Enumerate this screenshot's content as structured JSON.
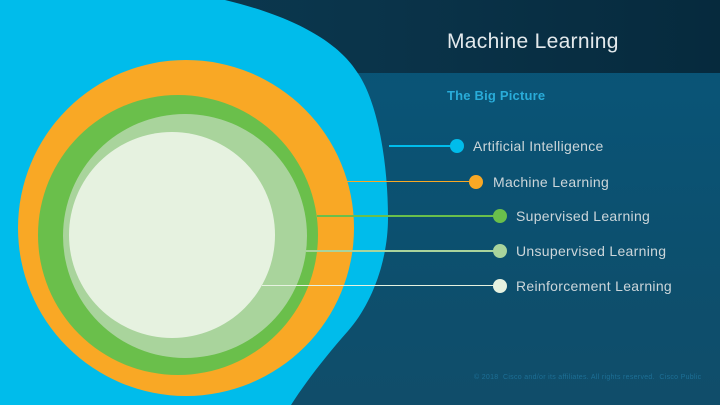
{
  "slide": {
    "title": "Machine Learning",
    "subtitle": "The Big Picture",
    "footer": "© 2018  Cisco and/or its affiliates. All rights reserved.  Cisco Public"
  },
  "colors": {
    "header_bg": "#0a3349",
    "panel_bg": "#0a5273",
    "title_text": "#e3e9ec",
    "subtitle_text": "#29acd9",
    "label_text": "#ccd6da",
    "footer_text": "#1d7096"
  },
  "diagram": {
    "type": "nested-concentric-circles",
    "description": "Nested sets: Artificial Intelligence contains Machine Learning, which contains Supervised, Unsupervised and Reinforcement Learning",
    "rings": [
      {
        "label": "Artificial Intelligence",
        "color": "#00bceb"
      },
      {
        "label": "Machine Learning",
        "color": "#f9a825"
      },
      {
        "label": "Supervised Learning",
        "color": "#6abf4b"
      },
      {
        "label": "Unsupervised Learning",
        "color": "#a9d49c"
      },
      {
        "label": "Reinforcement Learning",
        "color": "#e6f2e0"
      }
    ]
  }
}
